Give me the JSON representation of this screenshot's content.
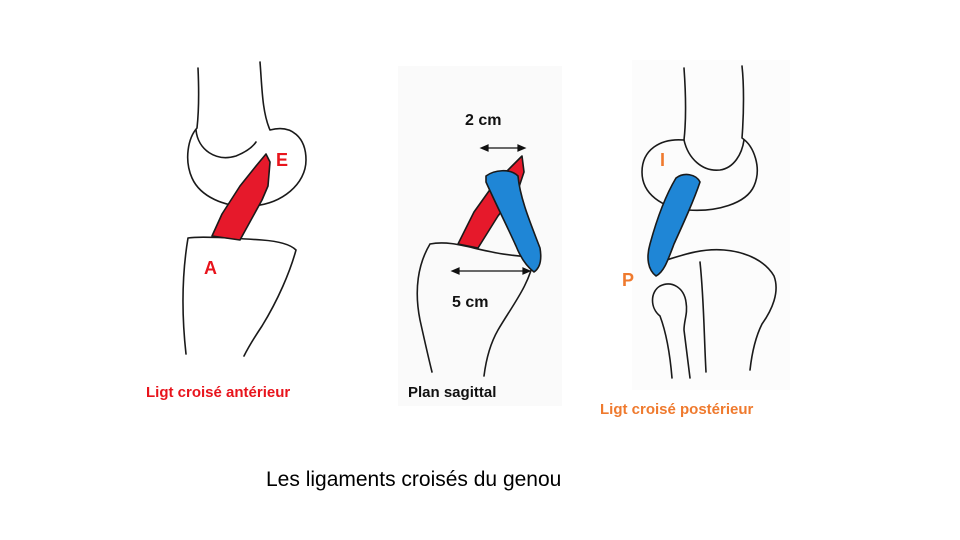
{
  "colors": {
    "acl": "#e6192b",
    "pcl": "#1f86d6",
    "accent_red": "#e8141c",
    "accent_orange": "#ef7a2e",
    "outline": "#1a1a1a"
  },
  "left_panel": {
    "point_e": "E",
    "point_a": "A",
    "caption": "Ligt croisé antérieur"
  },
  "middle_panel": {
    "measure_top": "2 cm",
    "measure_bottom": "5 cm",
    "caption": "Plan sagittal"
  },
  "right_panel": {
    "point_i": "I",
    "point_p": "P",
    "caption": "Ligt croisé postérieur"
  },
  "title": "Les ligaments croisés du genou"
}
